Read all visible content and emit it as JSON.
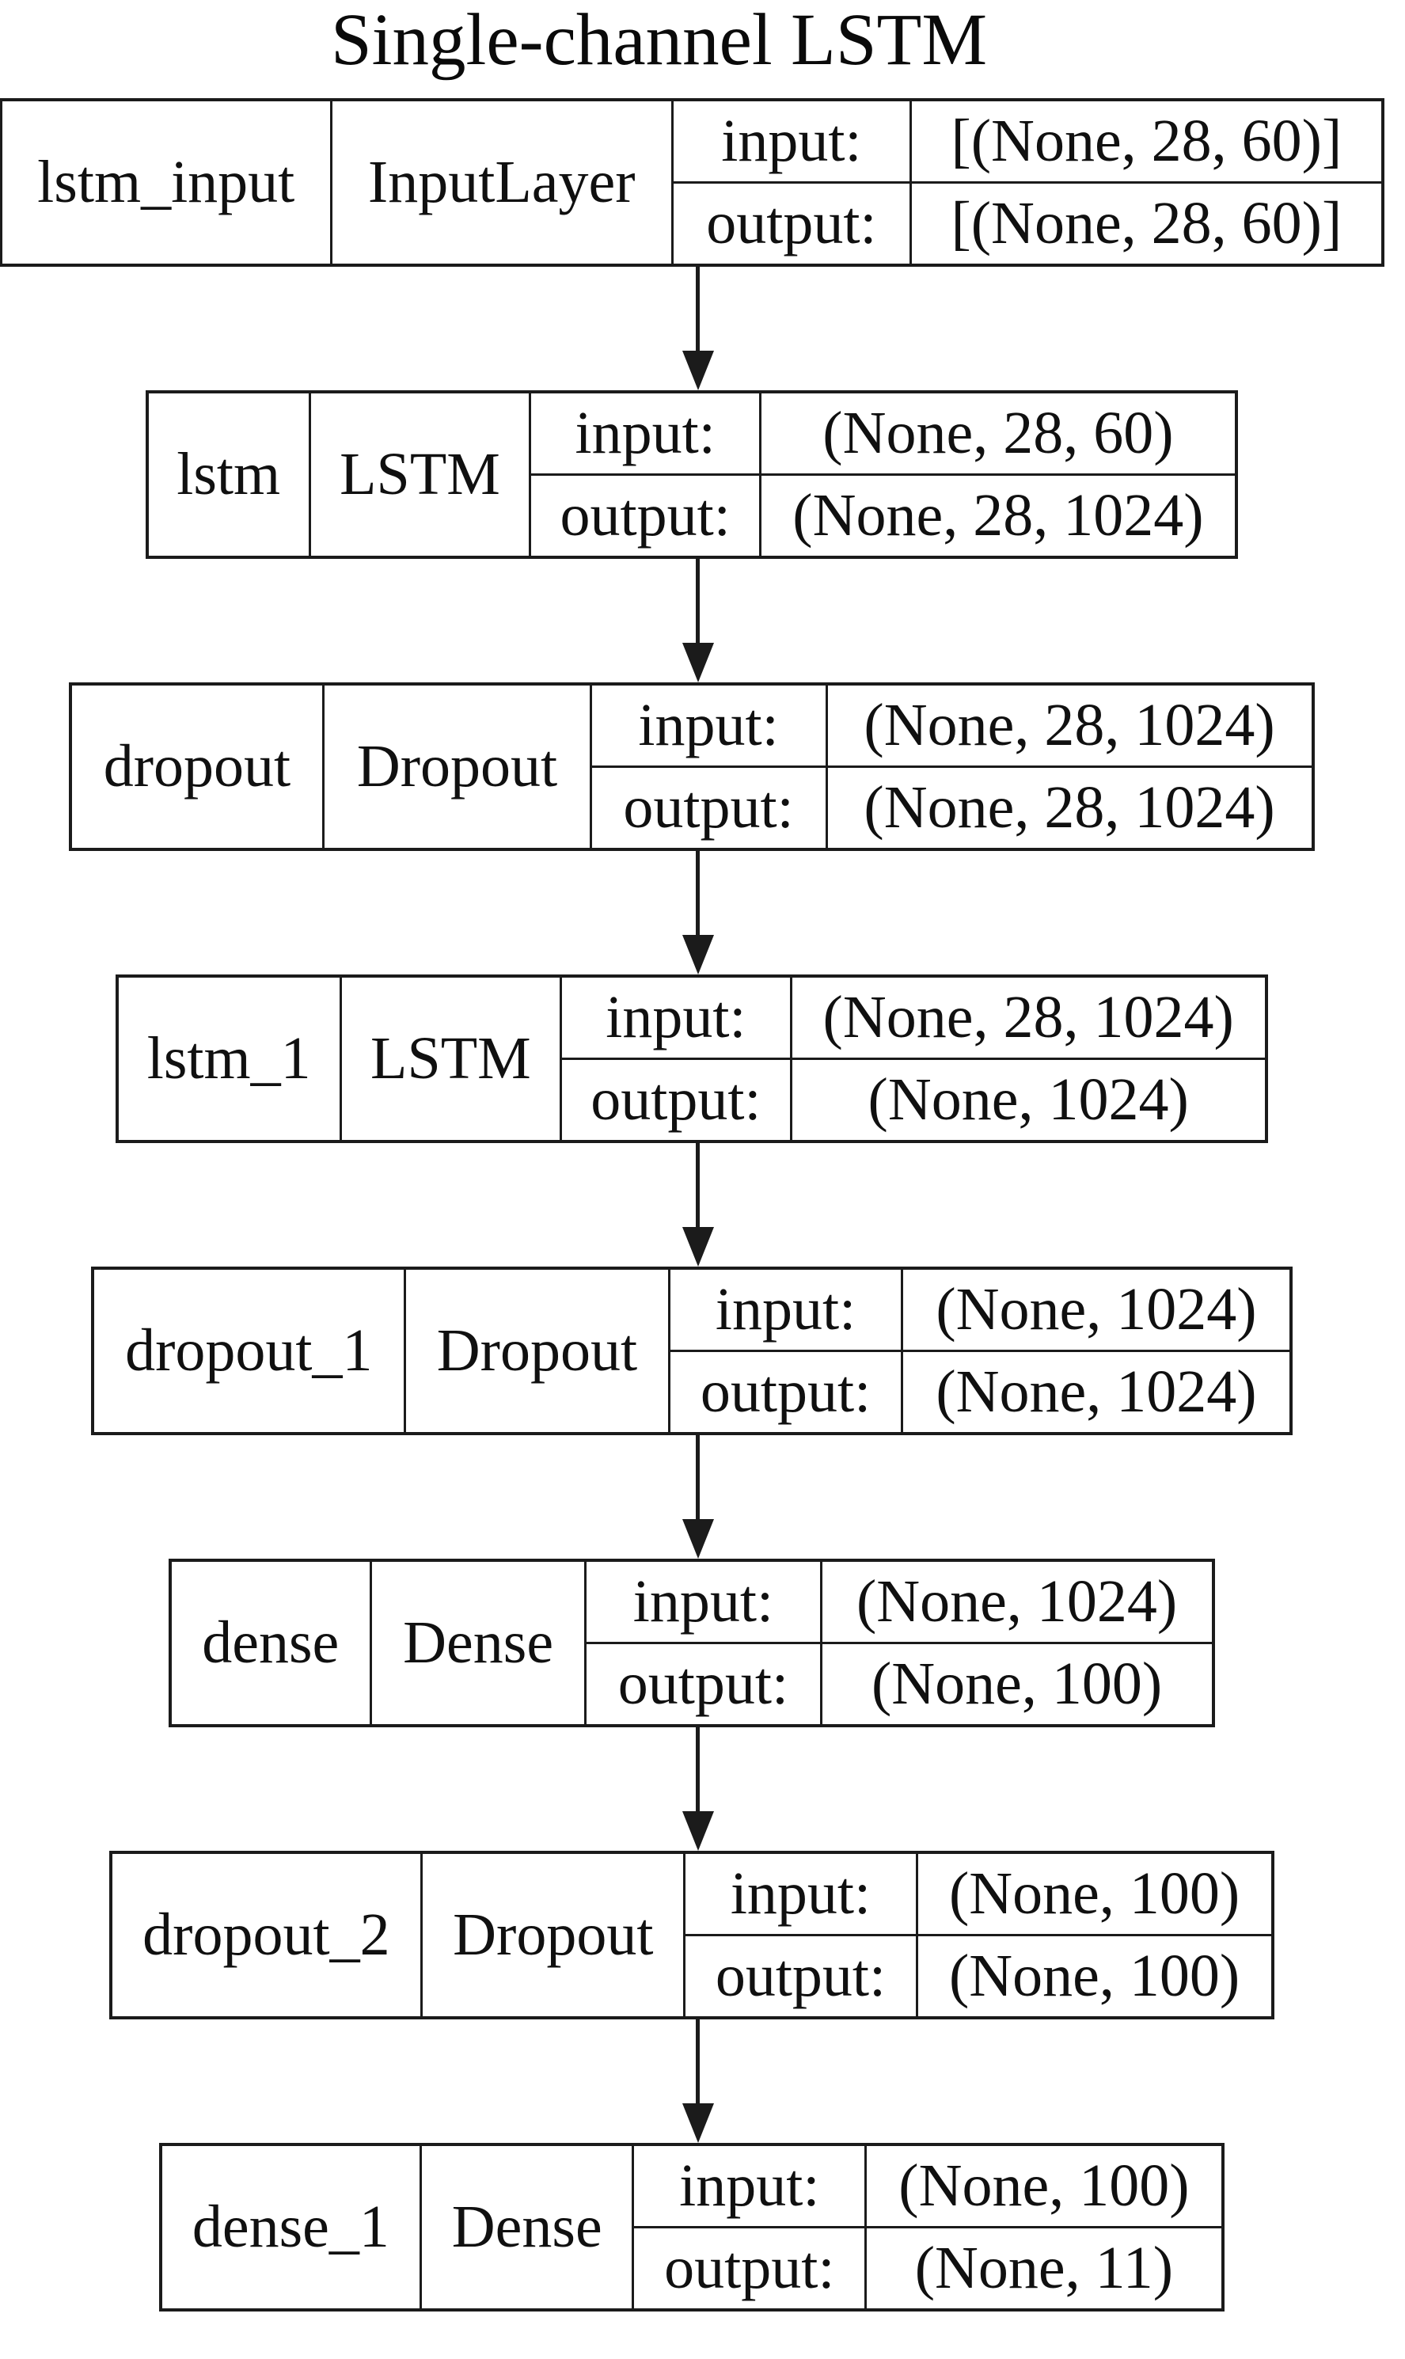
{
  "title": "Single-channel LSTM",
  "diagram": {
    "type": "keras-model-architecture",
    "direction": "top-to-bottom",
    "colors": {
      "border": "#1b1b1b",
      "text": "#101010",
      "background": "#ffffff",
      "arrow": "#1b1b1b"
    },
    "nodes": [
      {
        "name": "lstm_input",
        "layer_type": "InputLayer",
        "input_label": "input:",
        "output_label": "output:",
        "input_shape": "[(None, 28, 60)]",
        "output_shape": "[(None, 28, 60)]"
      },
      {
        "name": "lstm",
        "layer_type": "LSTM",
        "input_label": "input:",
        "output_label": "output:",
        "input_shape": "(None, 28, 60)",
        "output_shape": "(None, 28, 1024)"
      },
      {
        "name": "dropout",
        "layer_type": "Dropout",
        "input_label": "input:",
        "output_label": "output:",
        "input_shape": "(None, 28, 1024)",
        "output_shape": "(None, 28, 1024)"
      },
      {
        "name": "lstm_1",
        "layer_type": "LSTM",
        "input_label": "input:",
        "output_label": "output:",
        "input_shape": "(None, 28, 1024)",
        "output_shape": "(None, 1024)"
      },
      {
        "name": "dropout_1",
        "layer_type": "Dropout",
        "input_label": "input:",
        "output_label": "output:",
        "input_shape": "(None, 1024)",
        "output_shape": "(None, 1024)"
      },
      {
        "name": "dense",
        "layer_type": "Dense",
        "input_label": "input:",
        "output_label": "output:",
        "input_shape": "(None, 1024)",
        "output_shape": "(None, 100)"
      },
      {
        "name": "dropout_2",
        "layer_type": "Dropout",
        "input_label": "input:",
        "output_label": "output:",
        "input_shape": "(None, 100)",
        "output_shape": "(None, 100)"
      },
      {
        "name": "dense_1",
        "layer_type": "Dense",
        "input_label": "input:",
        "output_label": "output:",
        "input_shape": "(None, 100)",
        "output_shape": "(None, 11)"
      }
    ],
    "edges": [
      {
        "from": "lstm_input",
        "to": "lstm"
      },
      {
        "from": "lstm",
        "to": "dropout"
      },
      {
        "from": "dropout",
        "to": "lstm_1"
      },
      {
        "from": "lstm_1",
        "to": "dropout_1"
      },
      {
        "from": "dropout_1",
        "to": "dense"
      },
      {
        "from": "dense",
        "to": "dropout_2"
      },
      {
        "from": "dropout_2",
        "to": "dense_1"
      }
    ]
  }
}
